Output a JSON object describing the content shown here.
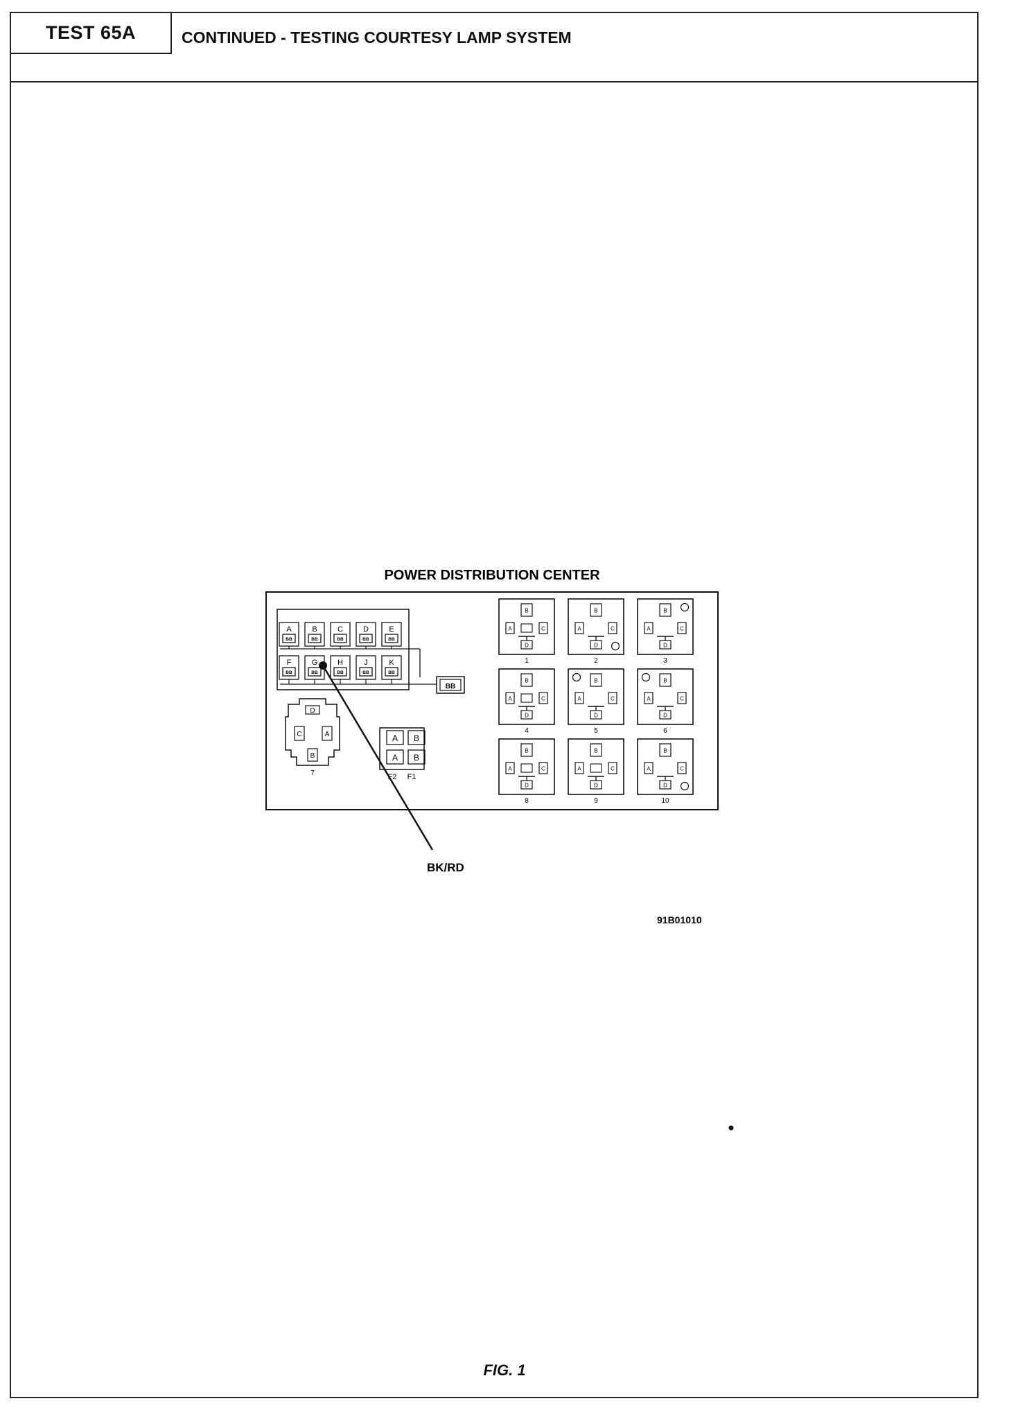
{
  "header": {
    "test_id": "TEST 65A",
    "title": "CONTINUED - TESTING COURTESY LAMP SYSTEM"
  },
  "diagram": {
    "title": "POWER DISTRIBUTION CENTER",
    "fuse_top_labels": [
      "A",
      "B",
      "C",
      "D",
      "E"
    ],
    "fuse_bottom_labels": [
      "F",
      "G",
      "H",
      "J",
      "K"
    ],
    "fuse_code": "BB",
    "bus_label": "BB",
    "connector_7": {
      "pins": [
        "D",
        "C",
        "A",
        "B"
      ],
      "number": "7"
    },
    "fuse_block": {
      "cells": [
        "A",
        "B",
        "A",
        "B"
      ],
      "labels": [
        "F2",
        "F1"
      ]
    },
    "relay_numbers": [
      "1",
      "2",
      "3",
      "4",
      "5",
      "6",
      "8",
      "9",
      "10"
    ],
    "relay_pin_labels": [
      "B",
      "A",
      "C",
      "D"
    ],
    "wire_label": "BK/RD",
    "figure_code": "91B01010"
  },
  "figure_caption": "FIG. 1"
}
